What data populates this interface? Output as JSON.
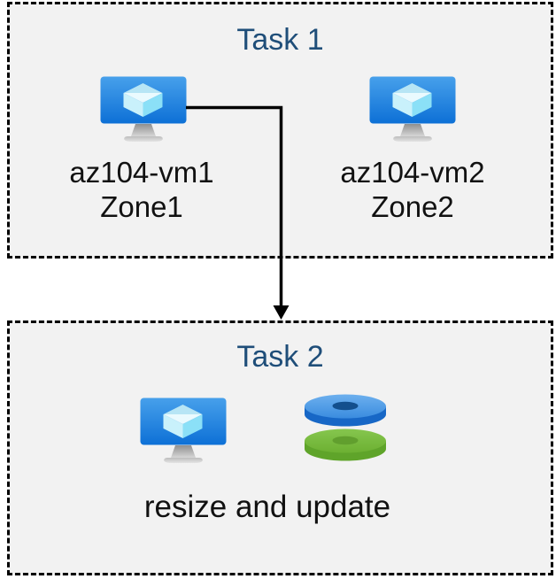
{
  "diagram": {
    "task1": {
      "title": "Task 1",
      "vms": [
        {
          "name": "az104-vm1",
          "zone": "Zone1",
          "icon": "azure-virtual-machine-icon"
        },
        {
          "name": "az104-vm2",
          "zone": "Zone2",
          "icon": "azure-virtual-machine-icon"
        }
      ]
    },
    "task2": {
      "title": "Task 2",
      "caption": "resize and update",
      "icons": [
        "azure-virtual-machine-icon",
        "azure-disks-icon"
      ]
    },
    "connector": {
      "type": "elbow-arrow",
      "from": "az104-vm1",
      "to": "Task 2"
    }
  },
  "colors": {
    "canvas_bg": "#ffffff",
    "box_fill": "#f2f2f2",
    "box_border": "#000000",
    "title_text": "#1f4e79",
    "label_text": "#111111",
    "arrow": "#000000",
    "vm_screen_top": "#47a0eb",
    "vm_screen_bottom": "#0d70d6",
    "vm_cube_light": "#eafafe",
    "vm_cube_cyan": "#8be0f7",
    "stand_gray": "#c0c0c0",
    "disk_blue_top": "#4f9de7",
    "disk_blue_rim": "#1767c6",
    "disk_blue_hole": "#134f8d",
    "disk_green_top": "#79bd3f",
    "disk_green_rim": "#5fa42a",
    "disk_green_hole": "#619f2e"
  }
}
